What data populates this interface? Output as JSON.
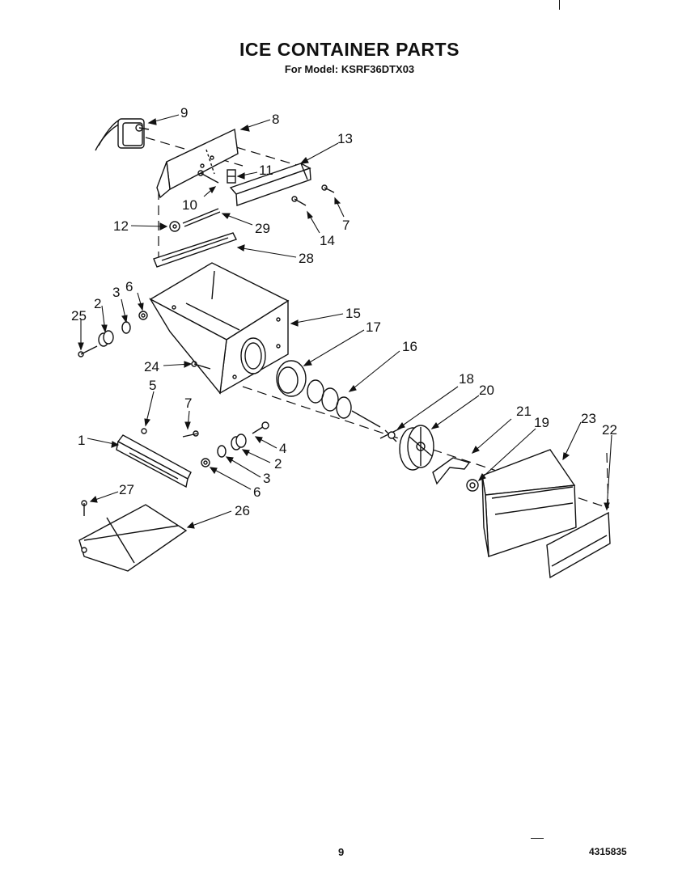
{
  "title": "ICE CONTAINER PARTS",
  "subtitle": "For Model: KSRF36DTX03",
  "page_number": "9",
  "document_code": "4315835",
  "callouts": [
    "9",
    "8",
    "13",
    "11",
    "10",
    "7",
    "12",
    "29",
    "14",
    "28",
    "6",
    "3",
    "2",
    "25",
    "15",
    "17",
    "16",
    "24",
    "5",
    "7",
    "18",
    "20",
    "1",
    "21",
    "19",
    "23",
    "22",
    "4",
    "2",
    "3",
    "6",
    "27",
    "26"
  ]
}
